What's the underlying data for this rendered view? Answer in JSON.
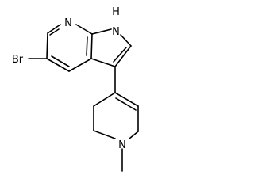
{
  "atoms": {
    "nitrogen_pyridine": "N",
    "nitrogen_pyrrole": "N",
    "pyrrole_hydrogen": "H",
    "bromine": "Br",
    "nitrogen_tetrahydropyridine": "N"
  }
}
